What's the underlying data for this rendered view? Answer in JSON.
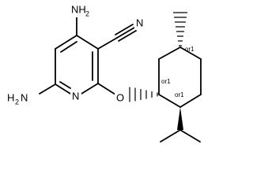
{
  "structure": {
    "atoms": {
      "amino_top": {
        "main": "NH",
        "sub": "2"
      },
      "amino_left_prefix": "H",
      "amino_left_sub": "2",
      "amino_left_main": "N",
      "ring_nitrogen": "N",
      "nitrile_nitrogen": "N",
      "ether_oxygen": "O"
    },
    "stereo_descriptors": {
      "methyl_carbon": "or1",
      "ether_carbon": "or1",
      "isopropyl_carbon": "or1"
    }
  }
}
